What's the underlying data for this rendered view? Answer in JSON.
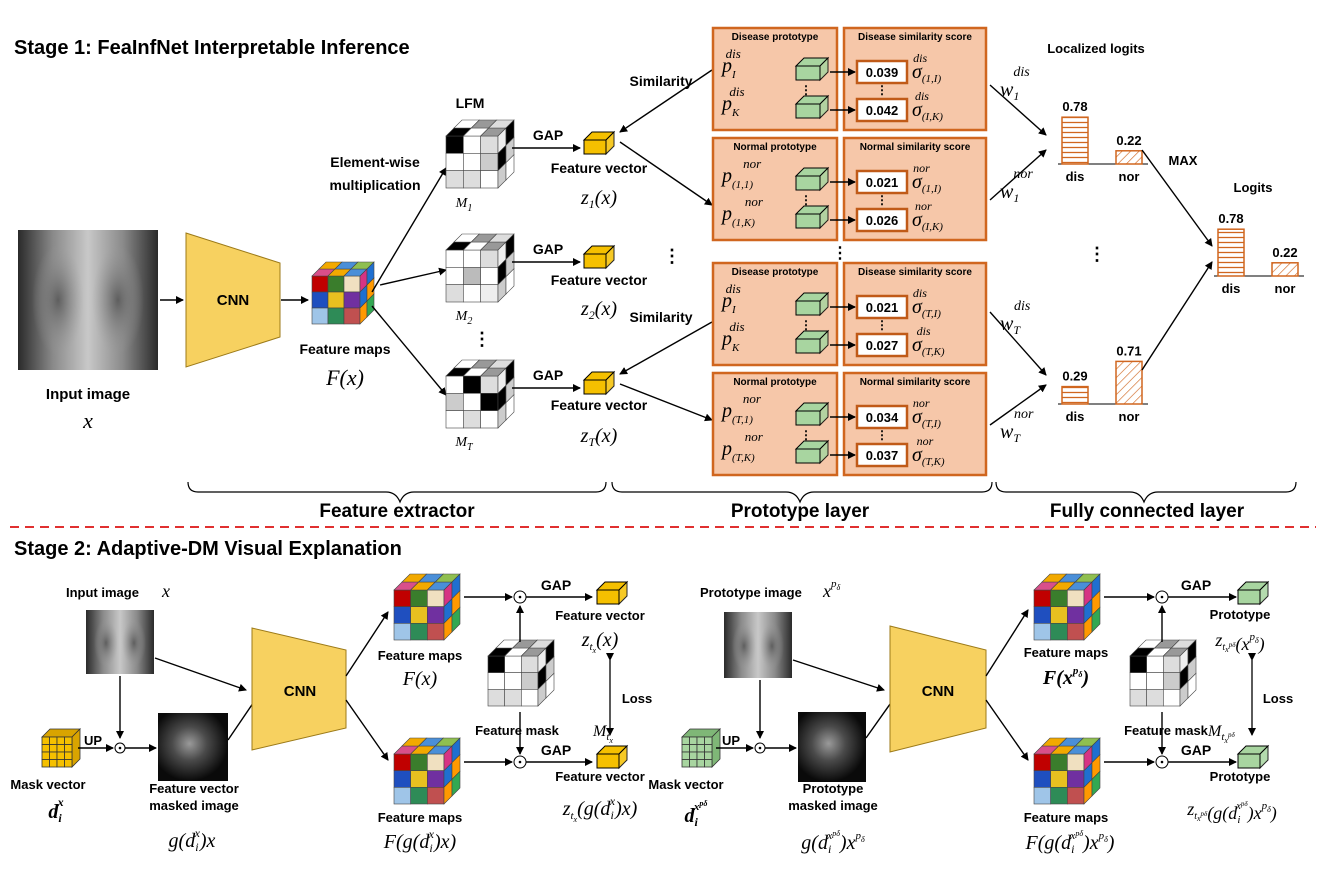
{
  "stage1": {
    "title": "Stage 1: FeaInfNet Interpretable Inference",
    "input_label": "Input image",
    "input_symbol": "x",
    "cnn_label": "CNN",
    "feature_maps_label": "Feature maps",
    "feature_maps_symbol": "F(x)",
    "elementwise_label_1": "Element-wise",
    "elementwise_label_2": "multiplication",
    "lfm_label": "LFM",
    "mask_labels": [
      "M",
      "M",
      "M"
    ],
    "mask_subs": [
      "1",
      "2",
      "T"
    ],
    "gap_label": "GAP",
    "feature_vector_label": "Feature vector",
    "z_symbols": [
      "z",
      "z",
      "z"
    ],
    "z_subs": [
      "1",
      "2",
      "T"
    ],
    "z_tail": "(x)",
    "similarity_label": "Similarity",
    "disease_prototype_label": "Disease prototype",
    "normal_prototype_label": "Normal prototype",
    "disease_score_label": "Disease similarity score",
    "normal_score_label": "Normal similarity score",
    "scores": {
      "g1_dis": [
        "0.039",
        "0.042"
      ],
      "g1_nor": [
        "0.021",
        "0.026"
      ],
      "gT_dis": [
        "0.021",
        "0.027"
      ],
      "gT_nor": [
        "0.034",
        "0.037"
      ]
    },
    "localized_logits_label": "Localized logits",
    "max_label": "MAX",
    "logits_label": "Logits",
    "bar_labels": [
      "dis",
      "nor"
    ],
    "logits_1": [
      "0.78",
      "0.22"
    ],
    "logits_T": [
      "0.29",
      "0.71"
    ],
    "logits_final": [
      "0.78",
      "0.22"
    ],
    "w_symbol": "w",
    "w_labels": [
      "dis",
      "nor",
      "dis",
      "nor"
    ],
    "w_subs": [
      "1",
      "1",
      "T",
      "T"
    ],
    "section_labels": [
      "Feature extractor",
      "Prototype layer",
      "Fully connected layer"
    ]
  },
  "stage2": {
    "title": "Stage 2: Adaptive-DM Visual Explanation",
    "input_label": "Input image",
    "input_symbol": "x",
    "prototype_image_label": "Prototype image",
    "cnn_label": "CNN",
    "up_label": "UP",
    "gap_label": "GAP",
    "loss_label": "Loss",
    "feature_maps_label": "Feature maps",
    "feature_vector_label": "Feature vector",
    "feature_mask_label": "Feature mask",
    "mask_vector_label": "Mask vector",
    "fv_masked_1": "Feature vector",
    "fv_masked_2": "masked image",
    "proto_masked_1": "Prototype",
    "proto_masked_2": "masked image",
    "prototype_label": "Prototype"
  },
  "chart_data": {
    "type": "bar",
    "categories": [
      "dis",
      "nor"
    ],
    "series": [
      {
        "name": "",
        "values": [
          0.78,
          0.22
        ]
      },
      {
        "name": "",
        "values": [
          0.29,
          0.71
        ]
      },
      {
        "name": "Logits",
        "values": [
          0.78,
          0.22
        ]
      }
    ]
  },
  "colors": {
    "prototype_box_fill": "#f6c7a9",
    "prototype_box_border": "#d0661f",
    "cnn_fill": "#f7d160",
    "feature_vector_fill": "#f5c000",
    "prototype_vector_fill": "#a8d5a0",
    "divider": "#e03030"
  }
}
